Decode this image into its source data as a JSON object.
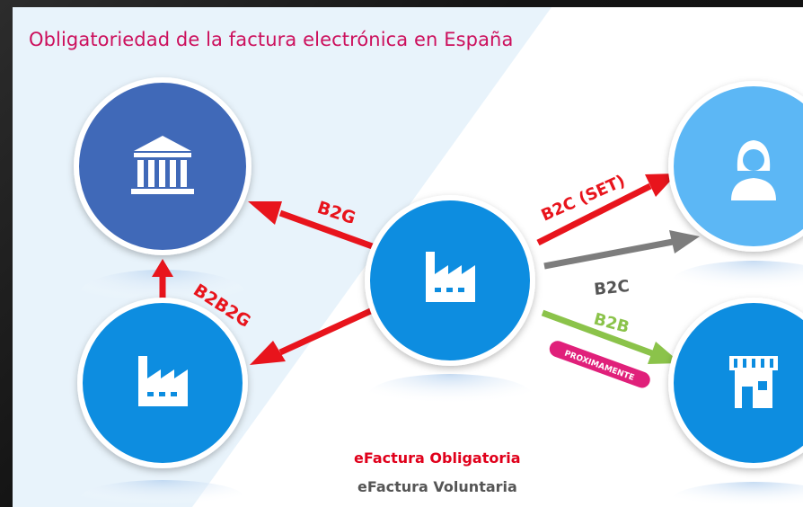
{
  "title": "Obligatoriedad de la factura electrónica en España",
  "nodes": {
    "government": {
      "icon": "government-building-icon"
    },
    "issuer": {
      "icon": "factory-icon"
    },
    "intermediary": {
      "icon": "factory-icon"
    },
    "consumer": {
      "icon": "person-icon"
    },
    "business": {
      "icon": "store-icon"
    }
  },
  "flows": {
    "b2g": "B2G",
    "b2b2g": "B2B2G",
    "b2c_set": "B2C (SET)",
    "b2c": "B2C",
    "b2b": "B2B",
    "b2b_badge": "PROXIMAMENTE"
  },
  "legend": {
    "mandatory": "eFactura Obligatoria",
    "voluntary": "eFactura Voluntaria"
  },
  "colors": {
    "mandatory": "#e8141c",
    "voluntary": "#7d7d7d",
    "upcoming": "#8bc34a",
    "badge": "#e0207a",
    "gov_node": "#3f69b8",
    "company_node": "#0c8de0",
    "customer_node": "#5bb7f5",
    "title": "#cc0f5c"
  }
}
